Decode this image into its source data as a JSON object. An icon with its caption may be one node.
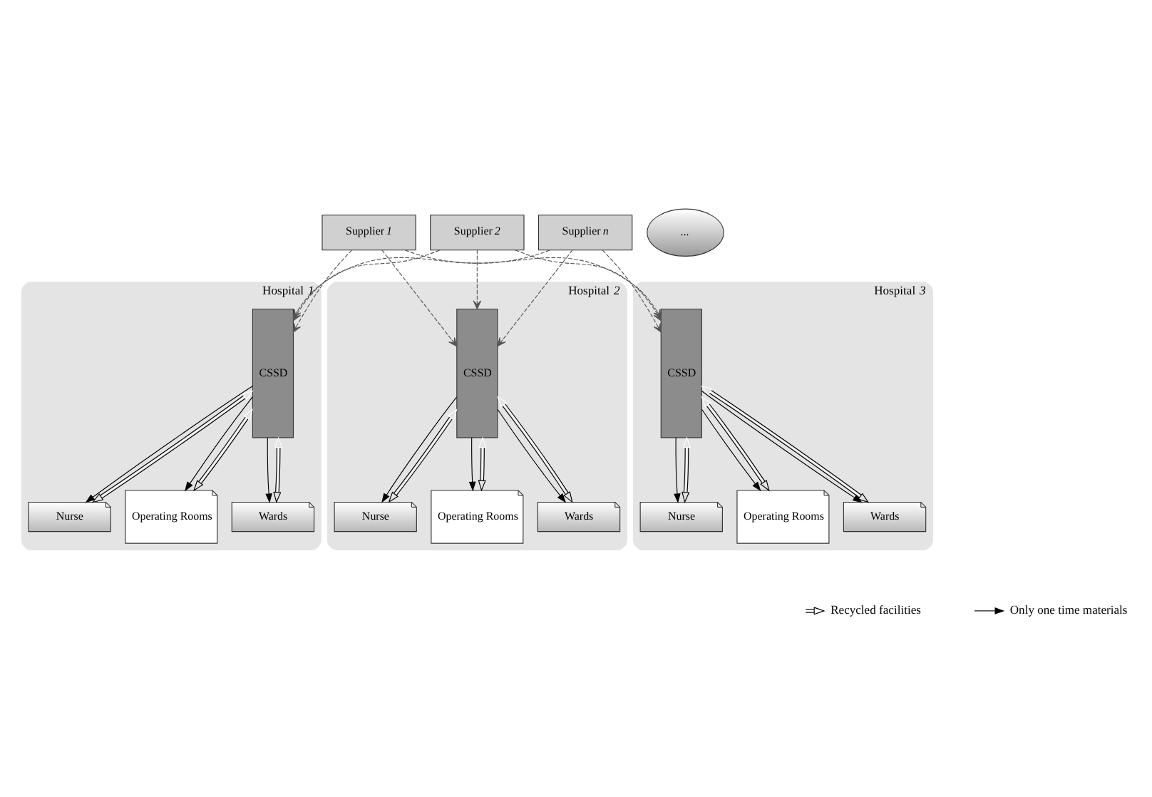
{
  "diagram": {
    "nodes": [
      {
        "text": [
          "Supplier *1*"
        ]
      },
      {
        "text": [
          "Supplier *2*"
        ]
      },
      {
        "text": [
          "..."
        ]
      },
      {
        "text": [
          "Supplier *n*"
        ]
      },
      {
        "text": [
          "Hospital *1*"
        ]
      },
      {
        "text": [
          "CSSD"
        ],
        "in": 4
      },
      {
        "text": [
          "Nurse"
        ],
        "in": 4
      },
      {
        "text": [
          "Operating Rooms"
        ],
        "in": 4
      },
      {
        "text": [
          "Wards"
        ],
        "in": 4
      },
      {
        "text": [
          "Hospital *2*"
        ]
      },
      {
        "text": [
          "CSSD"
        ],
        "in": 9
      },
      {
        "text": [
          "Nurse"
        ],
        "in": 9
      },
      {
        "text": [
          "Operating Rooms"
        ],
        "in": 9
      },
      {
        "text": [
          "Wards"
        ],
        "in": 9
      },
      {
        "text": [
          "Hospital *3*"
        ]
      },
      {
        "text": [
          "CSSD"
        ],
        "in": 14
      },
      {
        "text": [
          "Nurse"
        ],
        "in": 14
      },
      {
        "text": [
          "Operating Rooms"
        ],
        "in": 14
      },
      {
        "text": [
          "Wards"
        ],
        "in": 14
      }
    ],
    "edges": [
      {
        "from": 0,
        "to": 5,
        "arrow": "to",
        "style": "dashed"
      },
      {
        "from": 0,
        "to": 10,
        "arrow": "to",
        "style": "dashed"
      },
      {
        "from": 0,
        "to": 15,
        "arrow": "to",
        "style": "dashed"
      },
      {
        "from": 1,
        "to": 5,
        "arrow": "to",
        "style": "dashed"
      },
      {
        "from": 1,
        "to": 10,
        "arrow": "to",
        "style": "dashed"
      },
      {
        "from": 1,
        "to": 15,
        "arrow": "to",
        "style": "dashed"
      },
      {
        "from": 3,
        "to": 5,
        "arrow": "to",
        "style": "dashed"
      },
      {
        "from": 3,
        "to": 10,
        "arrow": "to",
        "style": "dashed"
      },
      {
        "from": 3,
        "to": 15,
        "arrow": "to",
        "style": "dashed"
      },
      {
        "from": 5,
        "to": 6,
        "arrow": "to"
      },
      {
        "from": 5,
        "to": 6,
        "arrow": "both"
      },
      {
        "from": 5,
        "to": 7,
        "arrow": "to"
      },
      {
        "from": 5,
        "to": 7,
        "arrow": "both"
      },
      {
        "from": 5,
        "to": 8,
        "arrow": "to"
      },
      {
        "from": 5,
        "to": 8,
        "arrow": "both"
      },
      {
        "from": 10,
        "to": 11,
        "arrow": "to"
      },
      {
        "from": 10,
        "to": 11,
        "arrow": "both"
      },
      {
        "from": 10,
        "to": 12,
        "arrow": "to"
      },
      {
        "from": 10,
        "to": 12,
        "arrow": "both"
      },
      {
        "from": 10,
        "to": 13,
        "arrow": "to"
      },
      {
        "from": 10,
        "to": 13,
        "arrow": "both"
      },
      {
        "from": 15,
        "to": 16,
        "arrow": "to"
      },
      {
        "from": 15,
        "to": 16,
        "arrow": "both"
      },
      {
        "from": 15,
        "to": 17,
        "arrow": "to"
      },
      {
        "from": 15,
        "to": 17,
        "arrow": "both"
      },
      {
        "from": 15,
        "to": 18,
        "arrow": "to"
      },
      {
        "from": 15,
        "to": 18,
        "arrow": "both"
      }
    ],
    "legend": [
      {
        "text": "Recycled facilities"
      },
      {
        "text": "Only one time materials"
      }
    ]
  }
}
